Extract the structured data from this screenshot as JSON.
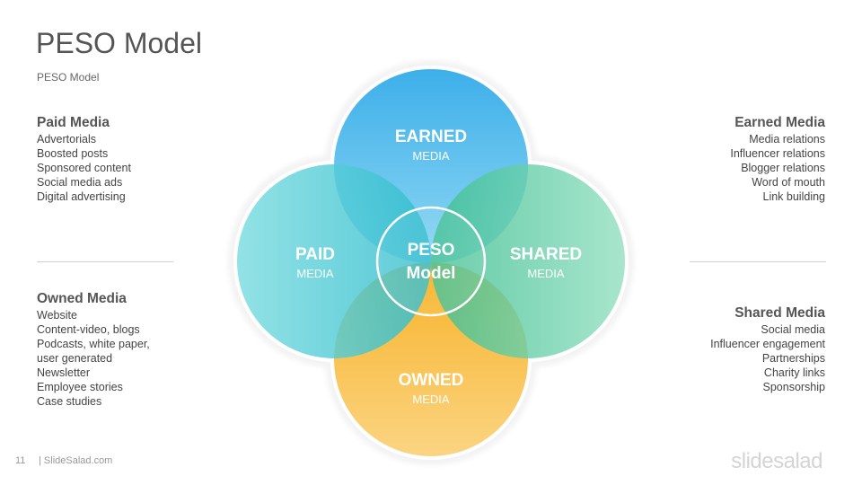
{
  "header": {
    "title": "PESO Model",
    "subtitle": "PESO Model"
  },
  "diagram": {
    "center_line1": "PESO",
    "center_line2": "Model",
    "earned": {
      "main": "EARNED",
      "sub": "MEDIA"
    },
    "paid": {
      "main": "PAID",
      "sub": "MEDIA"
    },
    "shared": {
      "main": "SHARED",
      "sub": "MEDIA"
    },
    "owned": {
      "main": "OWNED",
      "sub": "MEDIA"
    },
    "colors": {
      "earned": "#2aa9e6",
      "paid": "#34bfcf",
      "shared": "#4cc39a",
      "owned": "#f8b52c"
    }
  },
  "paid_media": {
    "heading": "Paid Media",
    "items": [
      "Advertorials",
      "Boosted posts",
      "Sponsored content",
      "Social media ads",
      "Digital advertising"
    ]
  },
  "owned_media": {
    "heading": "Owned Media",
    "items": [
      "Website",
      "Content-video, blogs",
      "Podcasts, white paper,",
      "user generated",
      "Newsletter",
      "Employee stories",
      "Case studies"
    ]
  },
  "earned_media": {
    "heading": "Earned Media",
    "items": [
      "Media relations",
      "Influencer relations",
      "Blogger relations",
      "Word of mouth",
      "Link building"
    ]
  },
  "shared_media": {
    "heading": "Shared Media",
    "items": [
      "Social media",
      "Influencer engagement",
      "Partnerships",
      "Charity links",
      "Sponsorship"
    ]
  },
  "footer": {
    "page_number": "11",
    "site": "| SlideSalad.com",
    "brand": "slidesalad"
  }
}
